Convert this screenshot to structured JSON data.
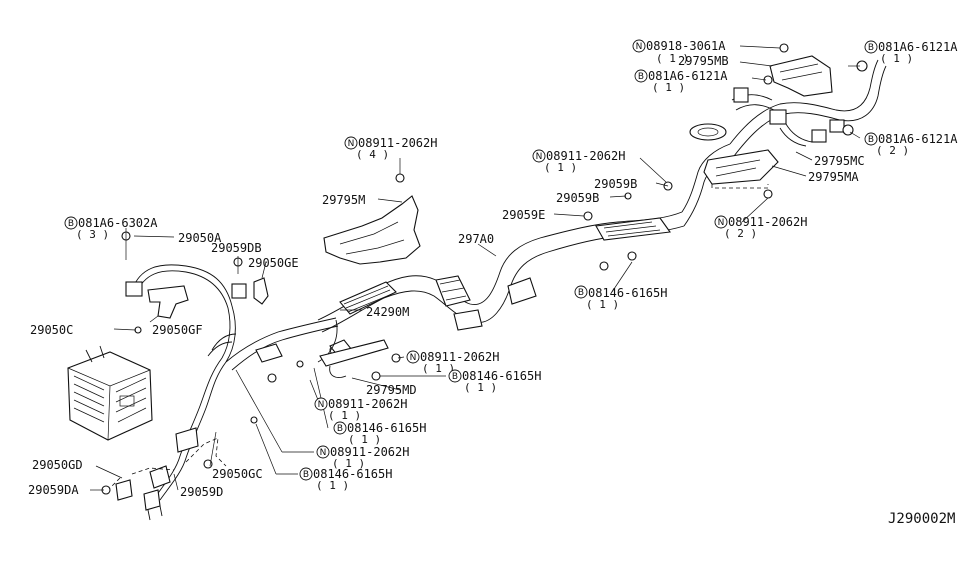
{
  "diagram_code": "J290002M",
  "labels": {
    "n_08918_3061A": {
      "prefix": "N",
      "part": "08918-3061A",
      "qty": "( 1 )"
    },
    "p_29795MB": {
      "part": "29795MB"
    },
    "b_081A6_6121A_mid": {
      "prefix": "B",
      "part": "081A6-6121A",
      "qty": "( 1 )"
    },
    "b_081A6_6121A_top": {
      "prefix": "B",
      "part": "081A6-6121A",
      "qty": "( 1 )"
    },
    "b_081A6_6121A_right": {
      "prefix": "B",
      "part": "081A6-6121A",
      "qty": "( 2 )"
    },
    "p_29795MC": {
      "part": "29795MC"
    },
    "p_29795MA": {
      "part": "29795MA"
    },
    "n_08911_2062H_right": {
      "prefix": "N",
      "part": "08911-2062H",
      "qty": "( 2 )"
    },
    "n_08911_2062H_mid": {
      "prefix": "N",
      "part": "08911-2062H",
      "qty": "( 1 )"
    },
    "p_29059B_a": {
      "part": "29059B"
    },
    "p_29059B_b": {
      "part": "29059B"
    },
    "p_29059E": {
      "part": "29059E"
    },
    "p_297A0": {
      "part": "297A0"
    },
    "n_08911_2062H_top": {
      "prefix": "N",
      "part": "08911-2062H",
      "qty": "( 4 )"
    },
    "p_29795M": {
      "part": "29795M"
    },
    "b_081A6_6302A": {
      "prefix": "B",
      "part": "081A6-6302A",
      "qty": "( 3 )"
    },
    "p_29050A": {
      "part": "29050A"
    },
    "p_29059DB": {
      "part": "29059DB"
    },
    "p_29050GE": {
      "part": "29050GE"
    },
    "p_24290M": {
      "part": "24290M"
    },
    "b_08146_6165H_right": {
      "prefix": "B",
      "part": "08146-6165H",
      "qty": "( 1 )"
    },
    "p_29050C": {
      "part": "29050C"
    },
    "p_29050GF": {
      "part": "29050GF"
    },
    "n_08911_2062H_c1": {
      "prefix": "N",
      "part": "08911-2062H",
      "qty": "( 1 )"
    },
    "b_08146_6165H_c1": {
      "prefix": "B",
      "part": "08146-6165H",
      "qty": "( 1 )"
    },
    "p_29795MD": {
      "part": "29795MD"
    },
    "n_08911_2062H_c2": {
      "prefix": "N",
      "part": "08911-2062H",
      "qty": "( 1 )"
    },
    "b_08146_6165H_c2": {
      "prefix": "B",
      "part": "08146-6165H",
      "qty": "( 1 )"
    },
    "n_08911_2062H_c3": {
      "prefix": "N",
      "part": "08911-2062H",
      "qty": "( 1 )"
    },
    "b_08146_6165H_c3": {
      "prefix": "B",
      "part": "08146-6165H",
      "qty": "( 1 )"
    },
    "p_29050GD": {
      "part": "29050GD"
    },
    "p_29059DA": {
      "part": "29059DA"
    },
    "p_29059D": {
      "part": "29059D"
    },
    "p_29050GC": {
      "part": "29050GC"
    }
  }
}
